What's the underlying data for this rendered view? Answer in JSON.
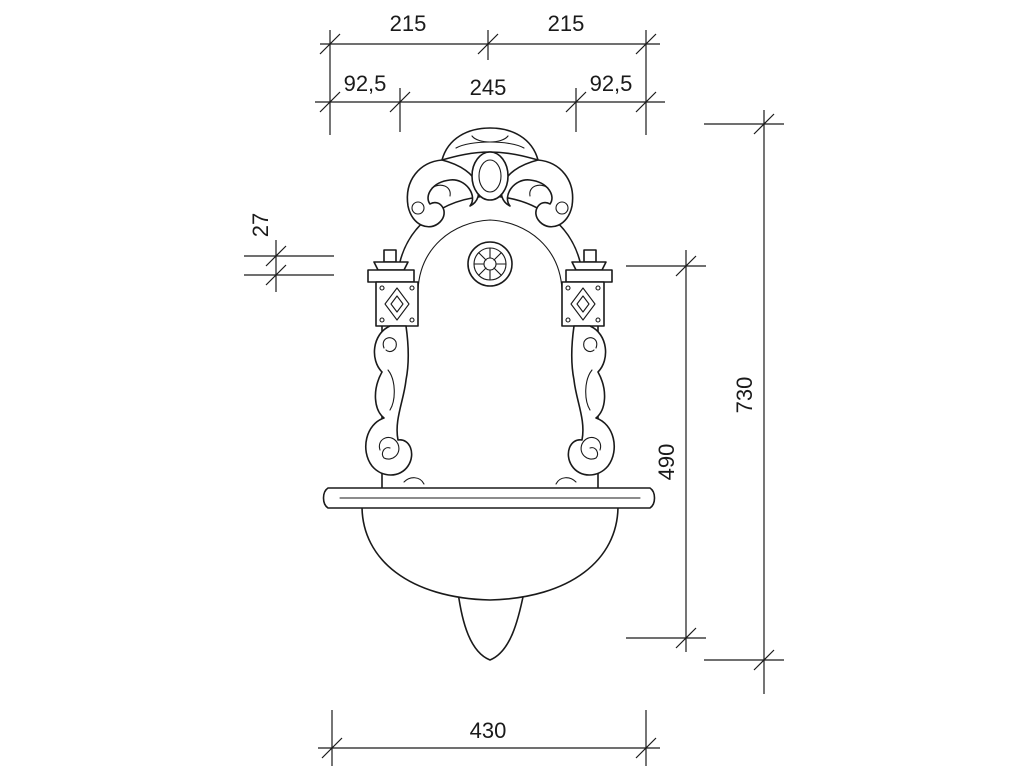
{
  "dimensions": {
    "top_left_half": "215",
    "top_right_half": "215",
    "left_offset": "92,5",
    "center_span": "245",
    "right_offset": "92,5",
    "post_height": "27",
    "basin_height": "490",
    "total_height": "730",
    "total_width": "430"
  },
  "colors": {
    "line": "#1a1a1a",
    "background": "#ffffff"
  }
}
